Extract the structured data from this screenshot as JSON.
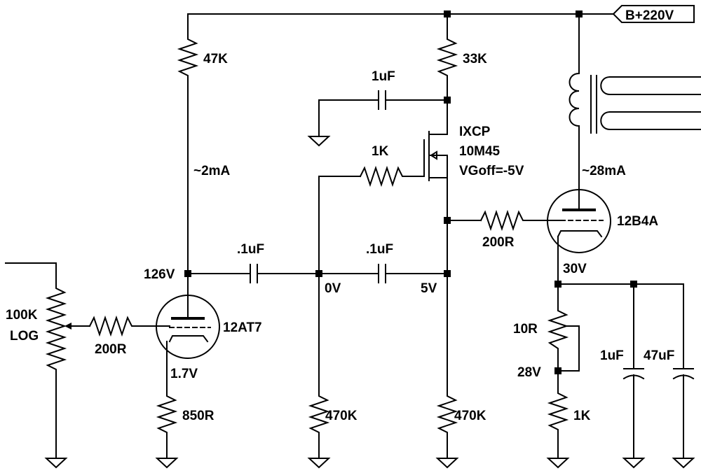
{
  "supply": {
    "label": "B+220V"
  },
  "resistors": {
    "r47k": "47K",
    "r33k": "33K",
    "r1k_gate": "1K",
    "r200_grid_out": "200R",
    "r100k_pot_value": "100K",
    "r100k_pot_taper": "LOG",
    "r200_grid_in": "200R",
    "r850": "850R",
    "r470k_left": "470K",
    "r470k_right": "470K",
    "r10": "10R",
    "r1k_cathode": "1K"
  },
  "capacitors": {
    "c_bypass": "1uF",
    "c_couple1": ".1uF",
    "c_couple2": ".1uF",
    "c_cath1": "1uF",
    "c_cath2": "47uF"
  },
  "tubes": {
    "driver": "12AT7",
    "output": "12B4A"
  },
  "mosfet": {
    "line1": "IXCP",
    "line2": "10M45",
    "line3": "VGoff=-5V"
  },
  "annotations": {
    "current_driver": "~2mA",
    "current_output": "~28mA",
    "v_plate": "126V",
    "v_cathode_driver": "1.7V",
    "v_node_gate": "0V",
    "v_node_source": "5V",
    "v_cathode_output": "30V",
    "v_tap": "28V"
  }
}
